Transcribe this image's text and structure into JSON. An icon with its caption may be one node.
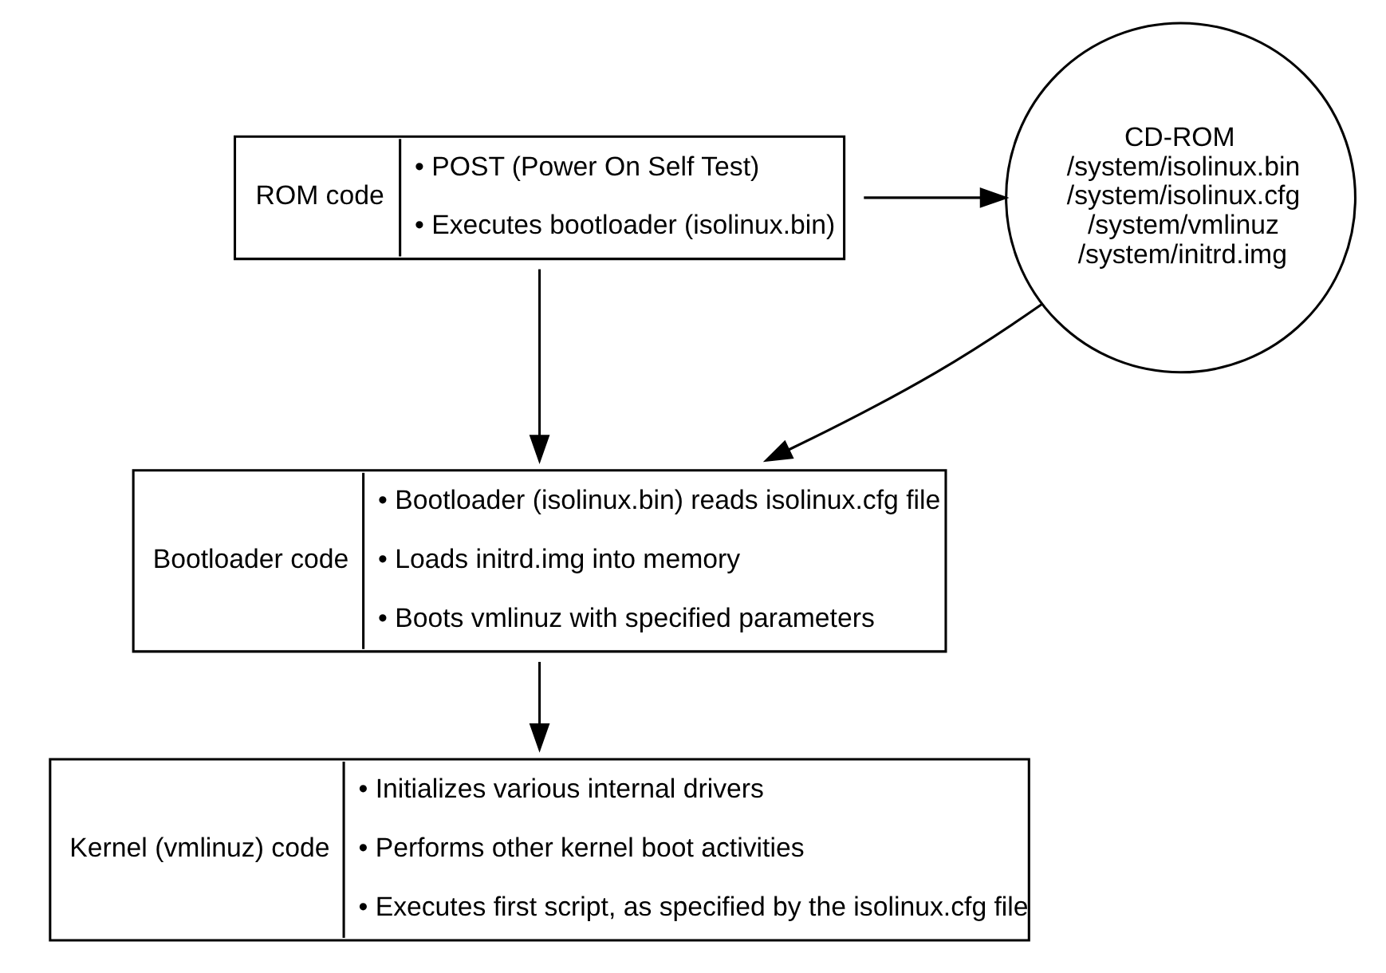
{
  "diagram": {
    "nodes": [
      {
        "text": [
          "ROM code",
          "• POST (Power On Self Test)",
          "• Executes bootloader (isolinux.bin)"
        ]
      },
      {
        "text": [
          "Bootloader code",
          "• Bootloader (isolinux.bin) reads isolinux.cfg file",
          "• Loads initrd.img into memory",
          "• Boots vmlinuz with specified parameters"
        ]
      },
      {
        "text": [
          "Kernel (vmlinuz) code",
          "• Initializes various internal drivers",
          "• Performs other kernel boot activities",
          "• Executes first script, as specified by the isolinux.cfg file"
        ]
      },
      {
        "text": [
          "CD-ROM",
          "/system/isolinux.bin",
          "/system/isolinux.cfg",
          "/system/vmlinuz",
          "/system/initrd.img"
        ]
      }
    ],
    "edges": [
      {
        "from": 0,
        "to": 3,
        "arrow": "to"
      },
      {
        "from": 0,
        "to": 1,
        "arrow": "to"
      },
      {
        "from": 3,
        "to": 1,
        "arrow": "to"
      },
      {
        "from": 1,
        "to": 2,
        "arrow": "to"
      }
    ]
  }
}
